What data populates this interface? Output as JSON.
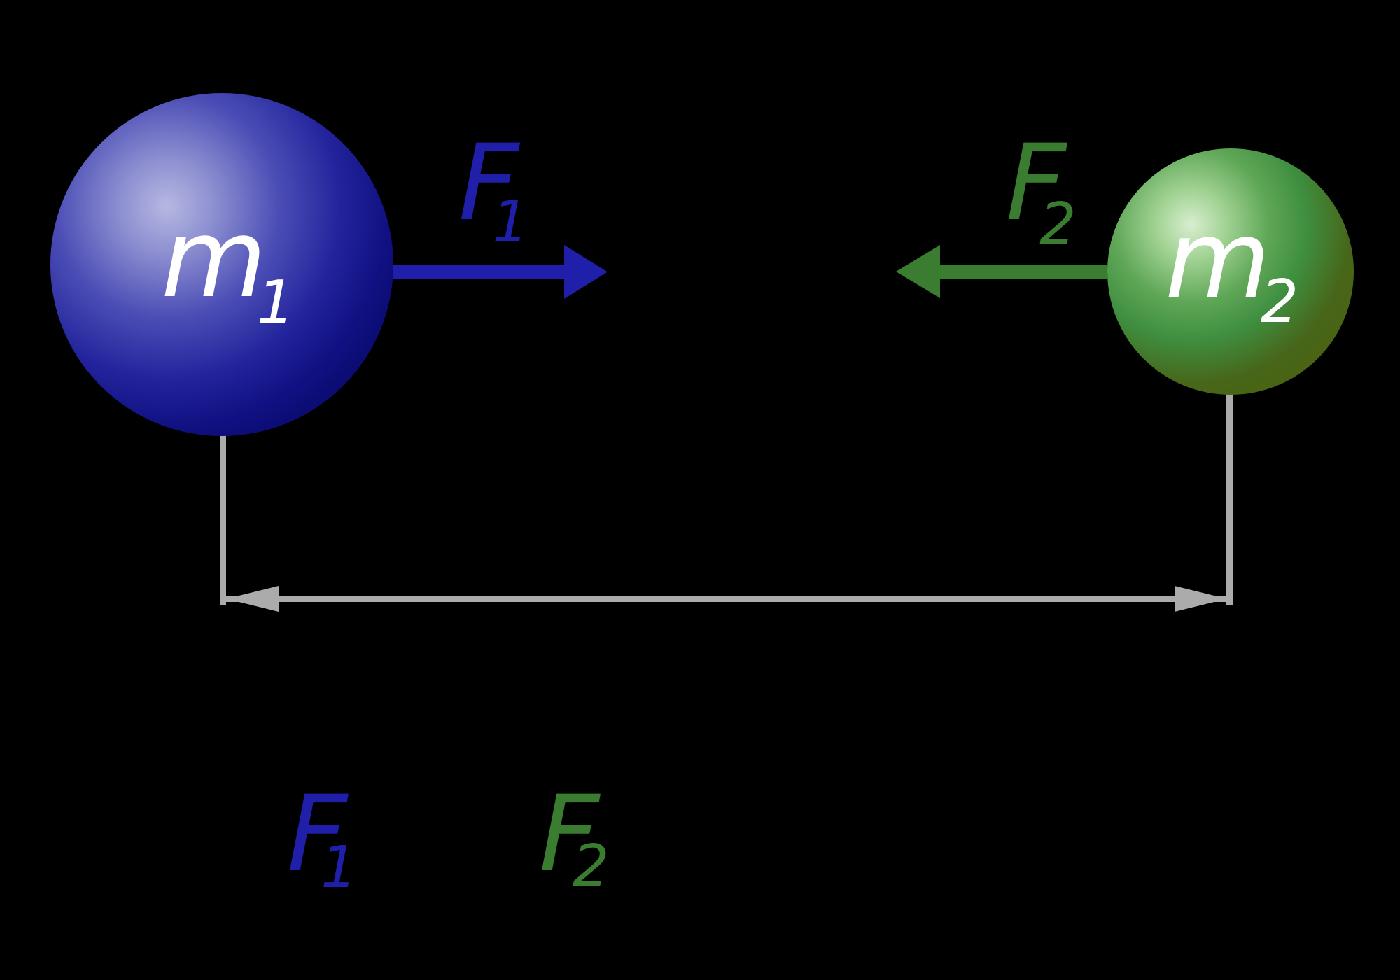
{
  "colors": {
    "background": "#000000",
    "force1_blue": "#1f1faa",
    "force2_green": "#3a7d31",
    "distance_gray": "#ababab",
    "mass_label_white": "#ffffff",
    "sphere1_gradient": {
      "s0": "#b6b8e2",
      "s1": "#8b8dd0",
      "s2": "#4c4eb6",
      "s3": "#23249c",
      "s4": "#101082",
      "s5": "#0c0c74"
    },
    "sphere2_gradient": {
      "s0": "#d8eecf",
      "s1": "#a4d496",
      "s2": "#5fa757",
      "s3": "#3f8f40",
      "s4": "#47661a",
      "s5": "#4a6413"
    }
  },
  "mass1": {
    "base": "m",
    "subscript": "1"
  },
  "mass2": {
    "base": "m",
    "subscript": "2"
  },
  "force1": {
    "base": "F",
    "subscript": "1",
    "direction": "right"
  },
  "force2": {
    "base": "F",
    "subscript": "2",
    "direction": "left"
  },
  "equation": {
    "f1": {
      "base": "F",
      "subscript": "1"
    },
    "f2": {
      "base": "F",
      "subscript": "2"
    }
  }
}
